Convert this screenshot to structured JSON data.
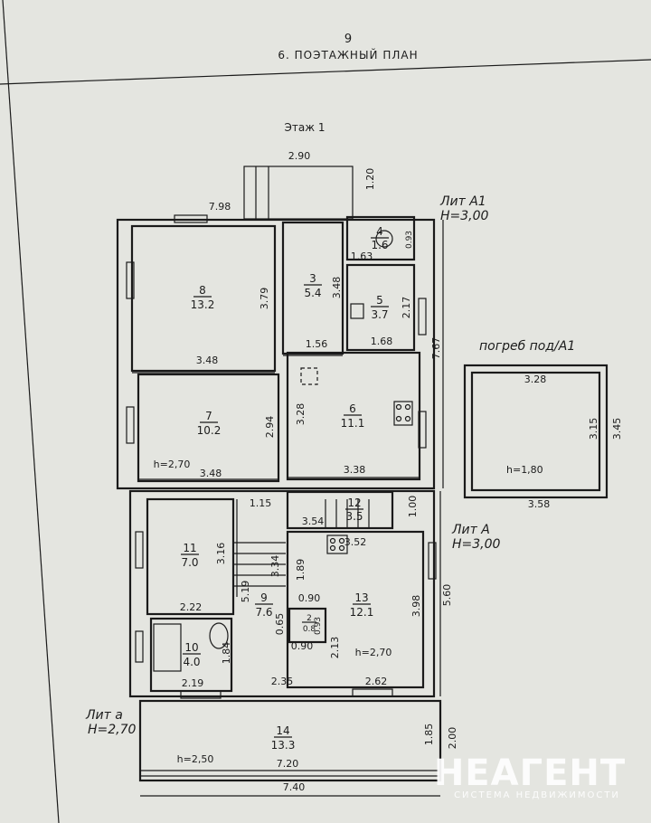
{
  "header": {
    "page_number": "9",
    "section_title": "6. ПОЭТАЖНЫЙ ПЛАН",
    "floor": "Этаж 1"
  },
  "liters": {
    "a1": {
      "name": "Лит А1",
      "height": "Н=3,00"
    },
    "a": {
      "name": "Лит А",
      "height": "Н=3,00"
    },
    "a_small": {
      "name": "Лит а",
      "height": "Н=2,70"
    },
    "cellar": {
      "name": "погреб под/А1",
      "width_top": "3.28",
      "height_right_inner": "3.15",
      "height_right_outer": "3.45",
      "width_bottom": "3.58",
      "h": "h=1,80"
    }
  },
  "rooms": [
    {
      "num": "8",
      "area": "13.2"
    },
    {
      "num": "3",
      "area": "5.4"
    },
    {
      "num": "4",
      "area": "1.6"
    },
    {
      "num": "5",
      "area": "3.7"
    },
    {
      "num": "7",
      "area": "10.2"
    },
    {
      "num": "6",
      "area": "11.1"
    },
    {
      "num": "12",
      "area": "3.5"
    },
    {
      "num": "11",
      "area": "7.0"
    },
    {
      "num": "9",
      "area": "7.6"
    },
    {
      "num": "13",
      "area": "12.1"
    },
    {
      "num": "10",
      "area": "4.0"
    },
    {
      "num": "2",
      "area": "0.8"
    },
    {
      "num": "14",
      "area": "13.3"
    }
  ],
  "dimensions": {
    "porch_w": "2.90",
    "porch_h": "1.20",
    "top_left": "7.98",
    "r8_h": "3.79",
    "r8_w": "3.48",
    "r3_h": "3.48",
    "r4_w": "1.63",
    "r4_h": "0.93",
    "r5_h": "2.17",
    "r5_w": "1.68",
    "r3_w": "1.56",
    "right_a1": "7.67",
    "r7_w": "3.48",
    "r7_h": "2.94",
    "r7_hh": "h=2,70",
    "r6_h": "3.28",
    "r6_w": "3.38",
    "r11_top": "1.15",
    "r12_w": "3.54",
    "r12_h": "1.00",
    "r13_top": "3.52",
    "r11_h": "3.16",
    "stairs_h": "3.34",
    "r13_left": "1.89",
    "r11_w": "2.22",
    "corr_h": "5.19",
    "r2_w_top": "0.90",
    "r2_h": "0.65",
    "r2_w": "0.93",
    "r2_w_bot": "0.90",
    "r13_h": "3.98",
    "right_a": "5.60",
    "r10_h": "1.84",
    "r13_mid": "2.13",
    "r13_hh": "h=2,70",
    "r10_w": "2.19",
    "r9_w": "2.35",
    "r13_w": "2.62",
    "r14_h_inner": "1.85",
    "r14_h_outer": "2.00",
    "r14_hh": "h=2,50",
    "r14_w_inner": "7.20",
    "r14_w_outer": "7.40"
  },
  "watermark": {
    "name": "НЕАГЕНТ",
    "sub": "СИСТЕМА НЕДВИЖИМОСТИ"
  },
  "colors": {
    "paper": "#e4e5e0",
    "ink": "#1a1a1a"
  }
}
